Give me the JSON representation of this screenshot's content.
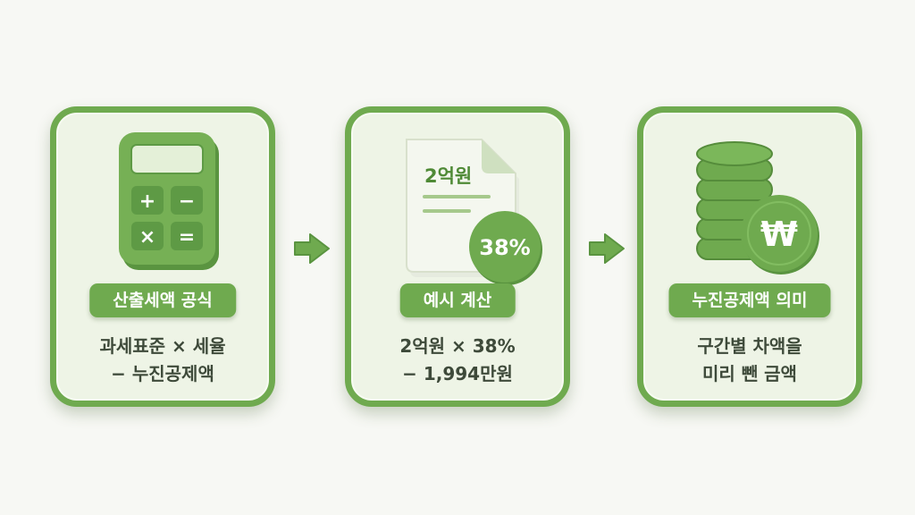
{
  "steps": [
    {
      "title": "산출세액 공식",
      "lines": [
        "과세표준 × 세율",
        "− 누진공제액"
      ],
      "icon": "calculator-icon",
      "calculator_keys": [
        "+",
        "−",
        "×",
        "="
      ]
    },
    {
      "title": "예시 계산",
      "lines": [
        "2억원 × 38%",
        "− 1,994만원"
      ],
      "icon": "document-icon",
      "doc_heading": "2억원",
      "badge": "38%"
    },
    {
      "title": "누진공제액 의미",
      "lines": [
        "구간별 차액을",
        "미리 뺀 금액"
      ],
      "icon": "coins-icon",
      "coin_symbol": "₩"
    }
  ],
  "colors": {
    "accent": "#6faa4f",
    "card_bg": "#eef4e6",
    "text": "#3e4a3a",
    "page_bg": "#f7f8f4"
  }
}
